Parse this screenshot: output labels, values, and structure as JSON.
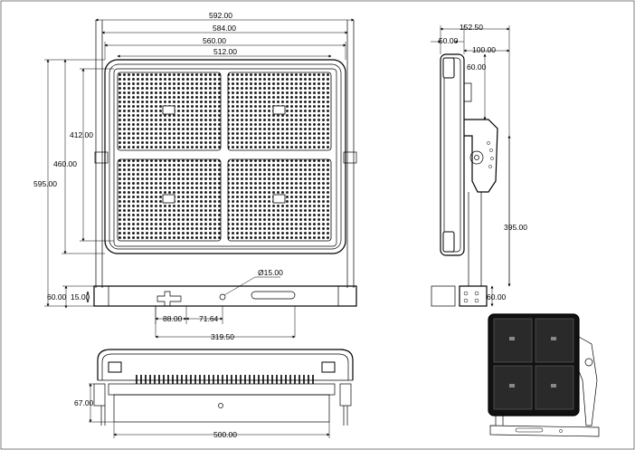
{
  "dimensions": {
    "front_width_overall": "592.00",
    "front_width_bracket": "584.00",
    "front_width_body": "560.00",
    "front_width_panel": "512.00",
    "front_height_overall": "595.00",
    "front_height_body": "460.00",
    "front_height_panel": "412.00",
    "bracket_height": "60.00",
    "bracket_slot": "15.00",
    "hole_diameter": "Ø15.00",
    "slot_spacing": "88.00",
    "hole_offset": "71.64",
    "slot_span": "319.50",
    "side_depth": "152.50",
    "side_offset_a": "50.00",
    "side_offset_b": "100.00",
    "side_offset_c": "60.00",
    "side_pivot_height": "395.00",
    "side_bracket_height": "60.00",
    "bottom_height": "67.00",
    "bottom_width": "500.00"
  },
  "colors": {
    "line": "#000000",
    "module": "#1a1a1a",
    "background": "#ffffff"
  }
}
